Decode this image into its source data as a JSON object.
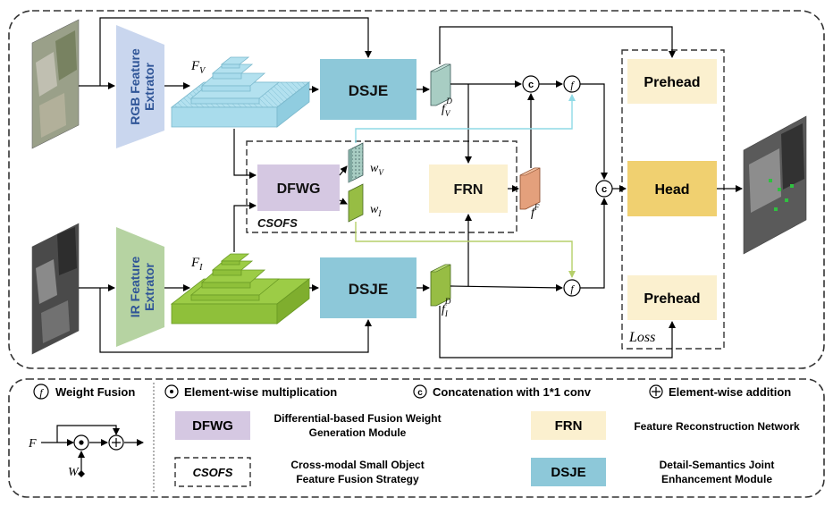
{
  "modules": {
    "rgb_extractor_line1": "RGB Feature",
    "rgb_extractor_line2": "Extrator",
    "ir_extractor_line1": "IR Feature",
    "ir_extractor_line2": "Extrator",
    "dsje": "DSJE",
    "dfwg": "DFWG",
    "frn": "FRN",
    "csofs": "CSOFS",
    "prehead": "Prehead",
    "head": "Head",
    "loss": "Loss"
  },
  "symbols": {
    "fv": "F",
    "fv_sub": "V",
    "fi": "F",
    "fi_sub": "I",
    "fvd": "f",
    "fvd_sub": "V",
    "fvd_sup": "D",
    "fid": "f",
    "fid_sub": "I",
    "fid_sup": "D",
    "ff": "f",
    "ff_sup": "F",
    "wv": "w",
    "wv_sub": "V",
    "wi": "w",
    "wi_sub": "I",
    "concat": "c",
    "fuse": "f"
  },
  "legend": {
    "weight_fusion": "Weight Fusion",
    "fuse_symbol": "f",
    "elementwise_mult": "Element-wise multiplication",
    "concat_symbol": "c",
    "concat_label": "Concatenation with 1*1 conv",
    "elementwise_add": "Element-wise addition",
    "dfwg_box": "DFWG",
    "dfwg_line1": "Differential-based Fusion Weight",
    "dfwg_line2": "Generation Module",
    "frn_box": "FRN",
    "frn_desc": "Feature Reconstruction Network",
    "csofs_box": "CSOFS",
    "csofs_line1": "Cross-modal Small Object",
    "csofs_line2": "Feature Fusion Strategy",
    "dsje_box": "DSJE",
    "dsje_line1": "Detail-Semantics Joint",
    "dsje_line2": "Enhancement Module",
    "F": "F",
    "W": "W"
  },
  "colors": {
    "rgb_extractor": "#c9d6ee",
    "ir_extractor": "#b6d3a2",
    "rgb_feature": "#b3e1ef",
    "ir_feature": "#9ccc46",
    "dsje": "#8dc8d9",
    "dfwg": "#d5c8e2",
    "frn": "#fbf0cf",
    "prehead": "#fbf0cf",
    "head": "#f0d070",
    "fvd_cube": "#a8cdc3",
    "fid_cube": "#97bd44",
    "ff_cube": "#e4a07c",
    "cyan_arrow": "#8fdae6",
    "green_arrow": "#b5cf6a"
  }
}
